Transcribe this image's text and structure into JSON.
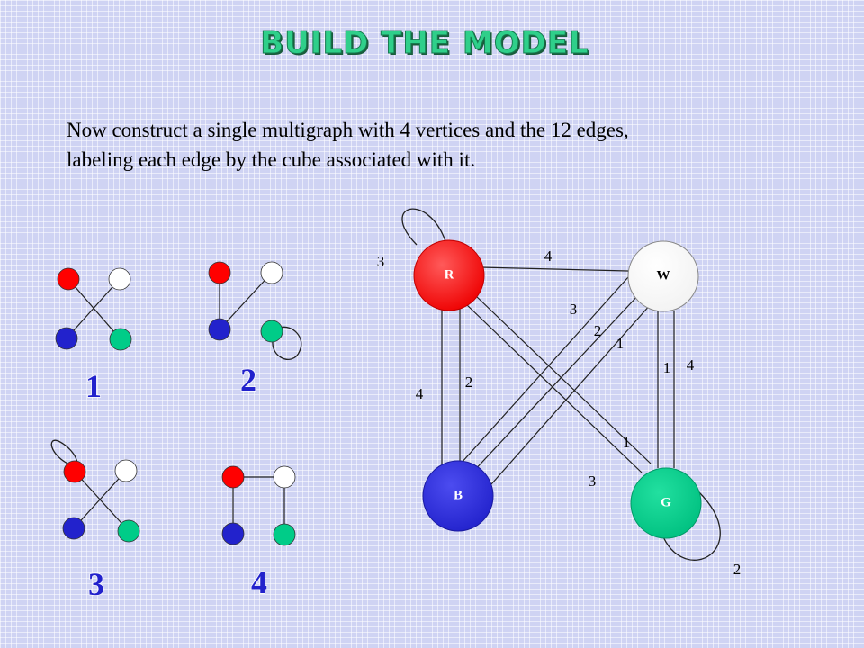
{
  "slide": {
    "title": "BUILD THE MODEL",
    "body_line1": "Now construct a single multigraph with 4 vertices and the 12 edges,",
    "body_line2": "labeling each edge by the cube associated with it."
  },
  "colors": {
    "red": "#ff0000",
    "white": "#ffffff",
    "blue": "#2222cc",
    "green": "#00cc88",
    "title_green": "#2fcf8a"
  },
  "multigraph": {
    "vertices": [
      {
        "id": "R",
        "label": "R",
        "color": "#ff0000"
      },
      {
        "id": "W",
        "label": "W",
        "color": "#ffffff"
      },
      {
        "id": "B",
        "label": "B",
        "color": "#2222cc"
      },
      {
        "id": "G",
        "label": "G",
        "color": "#00cc88"
      }
    ],
    "edges": [
      {
        "from": "R",
        "to": "R",
        "label": "3"
      },
      {
        "from": "R",
        "to": "W",
        "label": "4"
      },
      {
        "from": "R",
        "to": "B",
        "label": "4"
      },
      {
        "from": "R",
        "to": "B",
        "label": "2"
      },
      {
        "from": "R",
        "to": "G",
        "label": "1"
      },
      {
        "from": "R",
        "to": "G",
        "label": "3"
      },
      {
        "from": "W",
        "to": "B",
        "label": "3"
      },
      {
        "from": "W",
        "to": "B",
        "label": "2"
      },
      {
        "from": "W",
        "to": "B",
        "label": "1"
      },
      {
        "from": "W",
        "to": "G",
        "label": "1"
      },
      {
        "from": "W",
        "to": "G",
        "label": "4"
      },
      {
        "from": "G",
        "to": "G",
        "label": "2"
      }
    ]
  },
  "cubes": [
    {
      "label": "1",
      "edges": [
        [
          "R",
          "G"
        ],
        [
          "W",
          "B"
        ]
      ]
    },
    {
      "label": "2",
      "edges": [
        [
          "R",
          "B"
        ],
        [
          "W",
          "B"
        ],
        [
          "G",
          "G"
        ]
      ]
    },
    {
      "label": "3",
      "edges": [
        [
          "R",
          "R"
        ],
        [
          "R",
          "G"
        ],
        [
          "W",
          "B"
        ]
      ]
    },
    {
      "label": "4",
      "edges": [
        [
          "R",
          "B"
        ],
        [
          "R",
          "W"
        ],
        [
          "W",
          "G"
        ]
      ]
    }
  ]
}
